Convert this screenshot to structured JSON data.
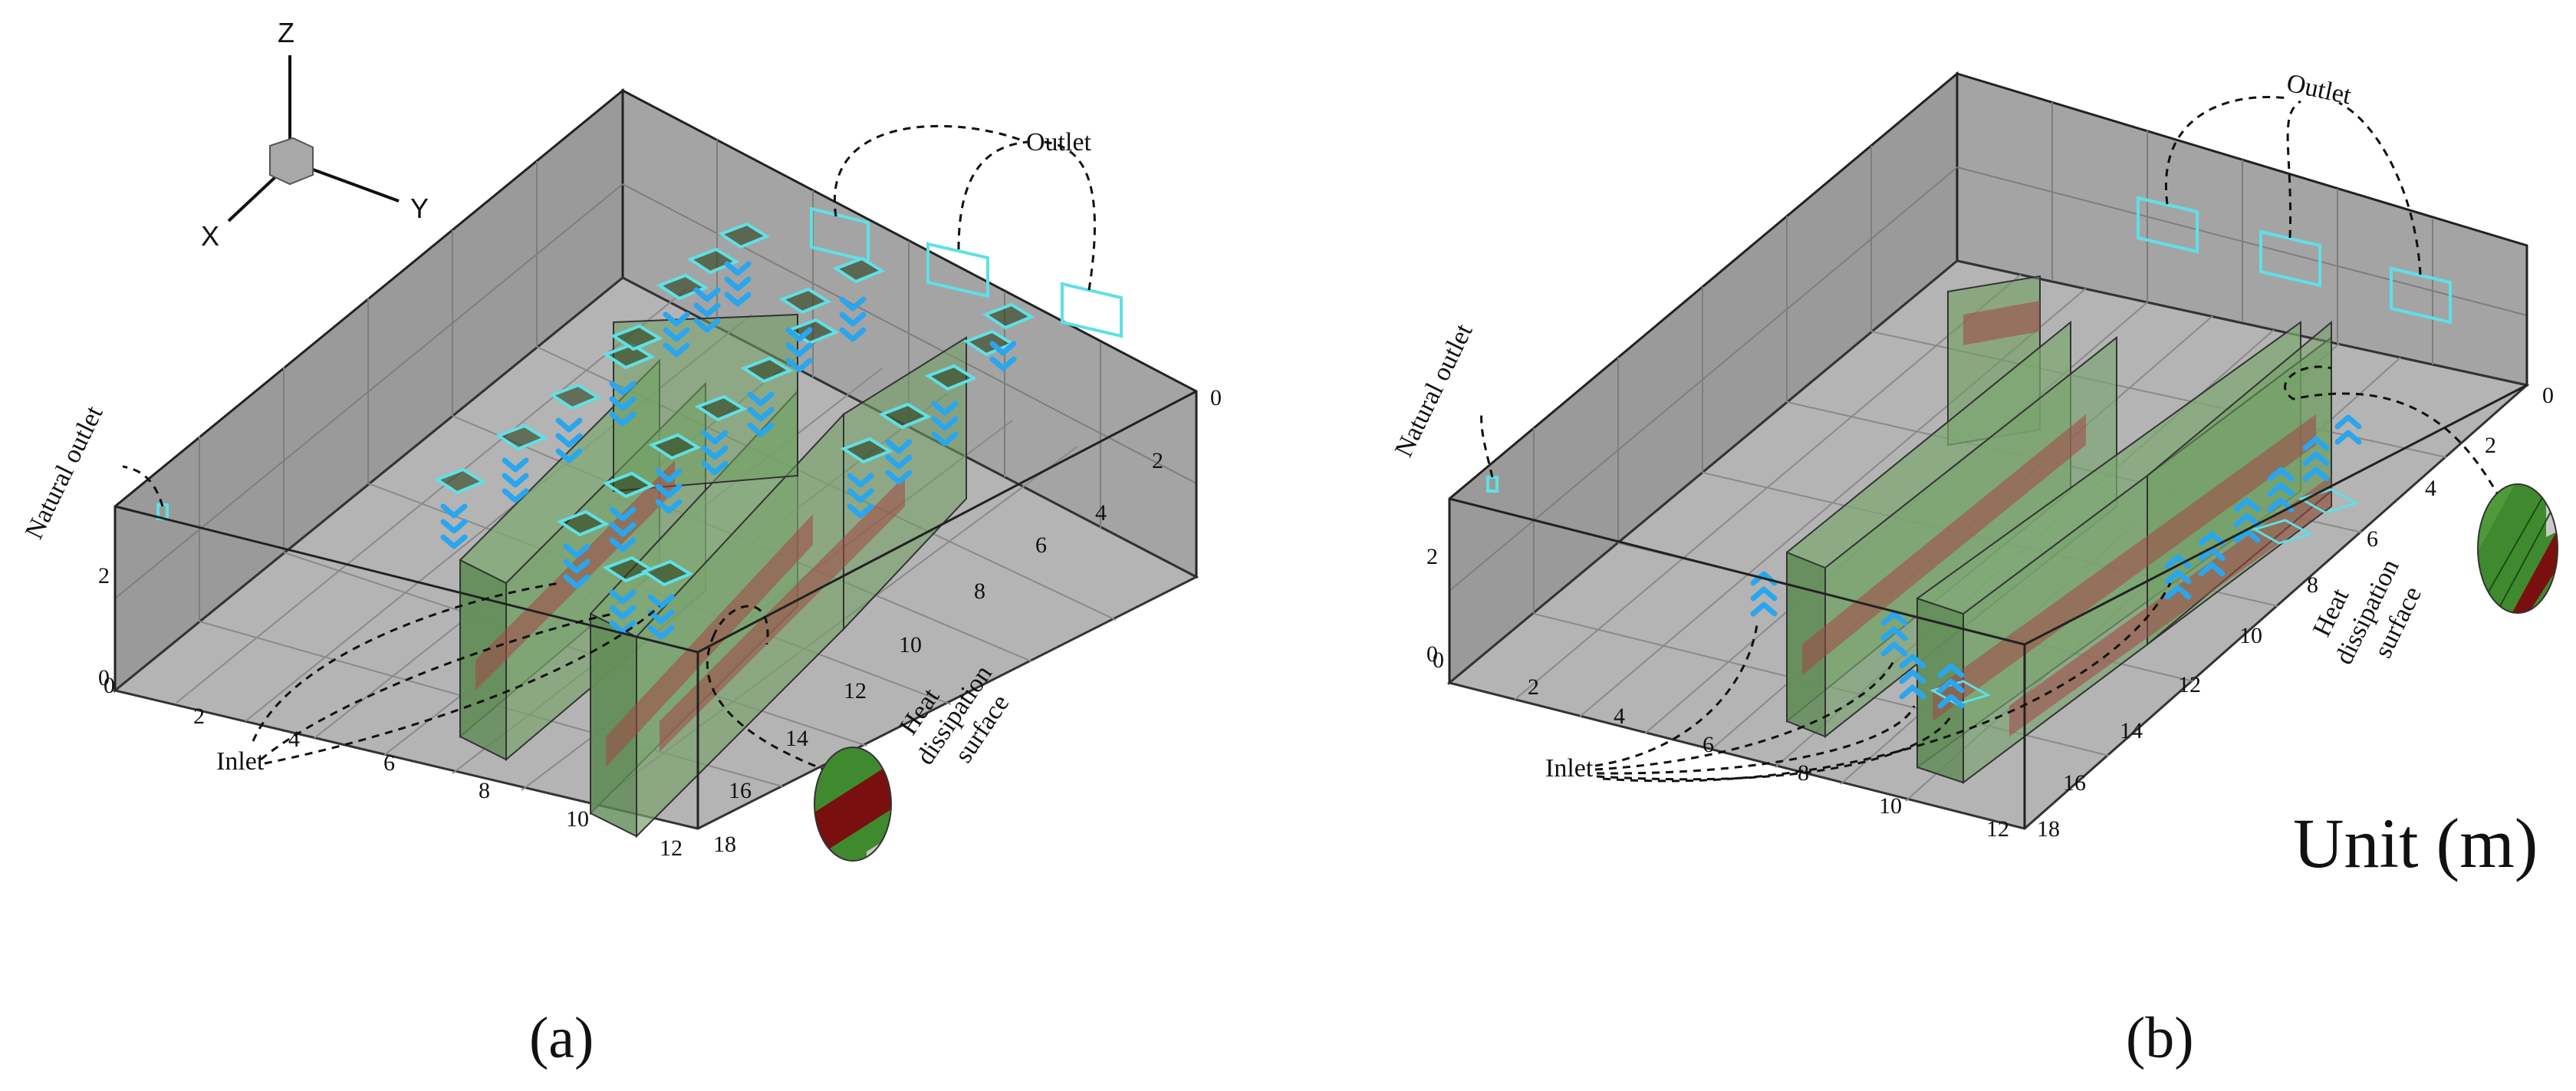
{
  "panels": [
    {
      "id": "a",
      "caption": "(a)",
      "labels": {
        "outlet": "Outlet",
        "natural_outlet": "Natural outlet",
        "inlet": "Inlet",
        "heat_line1": "Heat",
        "heat_line2": "dissipation",
        "heat_line3": "surface"
      },
      "z_ticks": [
        "0",
        "2"
      ],
      "x_ticks": [
        "0",
        "2",
        "4",
        "6",
        "8",
        "10",
        "12"
      ],
      "y_ticks": [
        "0",
        "2",
        "4",
        "6",
        "8",
        "10",
        "12",
        "14",
        "16",
        "18"
      ],
      "triad": {
        "x": "X",
        "y": "Y",
        "z": "Z"
      },
      "airflow_direction": "down"
    },
    {
      "id": "b",
      "caption": "(b)",
      "labels": {
        "outlet": "Outlet",
        "natural_outlet": "Natural outlet",
        "inlet": "Inlet",
        "heat_line1": "Heat",
        "heat_line2": "dissipation",
        "heat_line3": "surface"
      },
      "z_ticks": [
        "0",
        "2"
      ],
      "x_ticks": [
        "0",
        "2",
        "4",
        "6",
        "8",
        "10",
        "12"
      ],
      "y_ticks": [
        "0",
        "2",
        "4",
        "6",
        "8",
        "10",
        "12",
        "14",
        "16",
        "18"
      ],
      "airflow_direction": "up"
    }
  ],
  "unit_label": "Unit (m)",
  "colors": {
    "room": "#8d8d8d",
    "rack_green": "#6f9e60",
    "heat_red": "#8b1a1a",
    "vent_cyan": "#5fe0e6",
    "arrow_blue": "#2aa6ee"
  }
}
